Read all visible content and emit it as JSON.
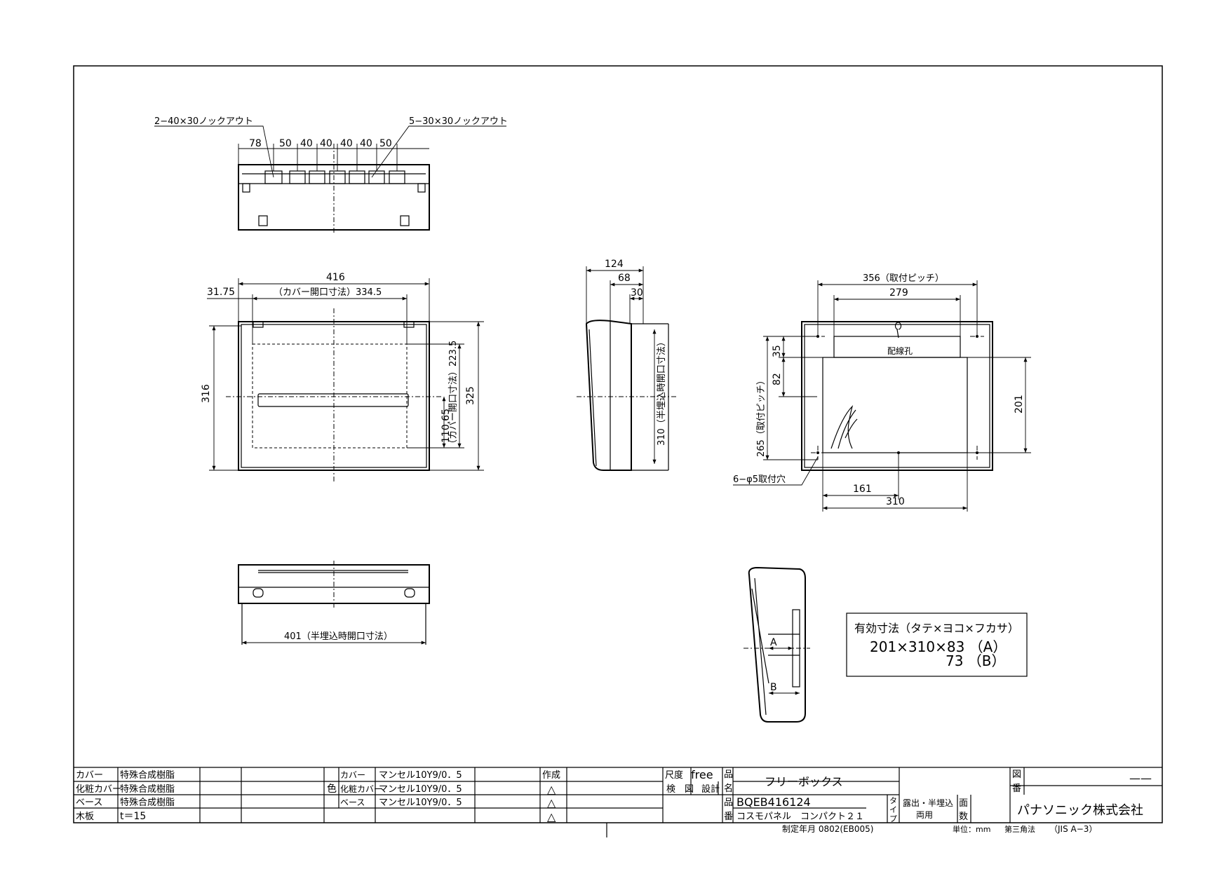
{
  "top_view": {
    "knockout_left": "2−40×30ノックアウト",
    "knockout_right": "5−30×30ノックアウト",
    "dims": [
      "78",
      "50",
      "40",
      "40",
      "40",
      "40",
      "50"
    ]
  },
  "front_view": {
    "width": "416",
    "offset": "31.75",
    "cover_opening_w": "（カバー開口寸法）334.5",
    "height_left": "316",
    "height_right": "325",
    "cover_opening_h": "（カバー開口寸法）223.5",
    "h_offset": "110.65"
  },
  "side_view": {
    "d124": "124",
    "d68": "68",
    "d30": "30",
    "semi_flush": "310（半埋込時開口寸法）"
  },
  "back_view": {
    "pitch_w": "356（取付ピッチ）",
    "w279": "279",
    "wiring_hole": "配線孔",
    "d35": "35",
    "d82": "82",
    "pitch_h": "265（取付ピッチ）",
    "h201": "201",
    "mount_holes": "6−φ5取付穴",
    "w161": "161",
    "w310": "310"
  },
  "bottom_view": {
    "semi_flush_w": "401（半埋込時開口寸法）"
  },
  "section_view": {
    "label_a": "A",
    "label_b": "B"
  },
  "effective_box": {
    "title": "有効寸法（タテ×ヨコ×フカサ）",
    "line1": "201×310×83 （A）",
    "line2": "73 （B）"
  },
  "title_block": {
    "materials": [
      {
        "part": "カバー",
        "material": "特殊合成樹脂"
      },
      {
        "part": "化粧カバー",
        "material": "特殊合成樹脂"
      },
      {
        "part": "ベース",
        "material": "特殊合成樹脂"
      },
      {
        "part": "木板",
        "material": "t＝15"
      }
    ],
    "color_label": "色",
    "colors": [
      {
        "part": "カバー",
        "value": "マンセル10Y9/0．5"
      },
      {
        "part": "化粧カバー",
        "value": "マンセル10Y9/0．5"
      },
      {
        "part": "ベース",
        "value": "マンセル10Y9/0．5"
      }
    ],
    "created": "作成",
    "triangles": [
      "△",
      "△",
      "△"
    ],
    "scale_label": "尺度",
    "scale_value": "free",
    "check_label": "検　図",
    "design_label": "設計",
    "name_label_1": "品",
    "name_label_2": "名",
    "number_label_1": "品",
    "number_label_2": "番",
    "product_name": "フリーボックス",
    "product_number": "BQEB416124",
    "series": "コスモパネル　コンパクト２１",
    "type_label_1": "タ",
    "type_label_2": "イ",
    "type_label_3": "プ",
    "type_value_1": "露出・半埋込",
    "type_value_2": "両用",
    "sheet_label_1": "面",
    "sheet_label_2": "数",
    "drawing_label_1": "図",
    "drawing_label_2": "番",
    "drawing_no": "——",
    "company": "パナソニック株式会社",
    "established": "制定年月 0802(EB005)",
    "unit": "単位：mm",
    "projection": "第三角法",
    "standard": "（JIS A−3）"
  }
}
